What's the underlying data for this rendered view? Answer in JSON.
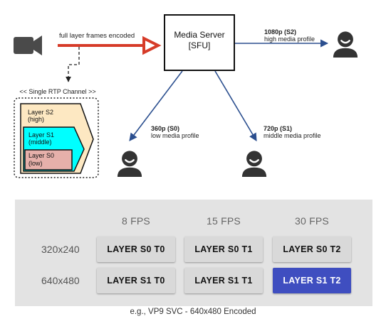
{
  "diagram": {
    "server": {
      "title": "Media Server",
      "subtitle": "[SFU]"
    },
    "uplink_label": "full layer frames encoded",
    "channel_label": "<< Single RTP Channel >>",
    "layers": [
      {
        "name": "Layer S2",
        "level": "(high)"
      },
      {
        "name": "Layer S1",
        "level": "(middle)"
      },
      {
        "name": "Layer S0",
        "level": "(low)"
      }
    ],
    "receivers": [
      {
        "resolution": "1080p (S2)",
        "profile": "high media profile"
      },
      {
        "resolution": "360p (S0)",
        "profile": "low media profile"
      },
      {
        "resolution": "720p (S1)",
        "profile": "middle media profile"
      }
    ],
    "icons": [
      "video-camera-icon",
      "user-icon"
    ],
    "colors": {
      "uplink_arrow": "#d63b28",
      "downlink_arrow": "#2b4f8f",
      "layer_s2": "#fde8c2",
      "layer_s1": "#00ffff",
      "layer_s0": "#e6b0aa"
    }
  },
  "svc_table": {
    "fps_headers": [
      "8 FPS",
      "15 FPS",
      "30 FPS"
    ],
    "rows": [
      {
        "resolution": "320x240",
        "buttons": [
          "LAYER S0 T0",
          "LAYER S0 T1",
          "LAYER S0 T2"
        ]
      },
      {
        "resolution": "640x480",
        "buttons": [
          "LAYER S1 T0",
          "LAYER S1 T1",
          "LAYER S1 T2"
        ]
      }
    ],
    "selected": "LAYER S1 T2",
    "colors": {
      "panel": "#e3e3e3",
      "button": "#d9d9d9",
      "selected_button": "#3f4ec0"
    }
  },
  "caption": "e.g., VP9 SVC - 640x480 Encoded"
}
